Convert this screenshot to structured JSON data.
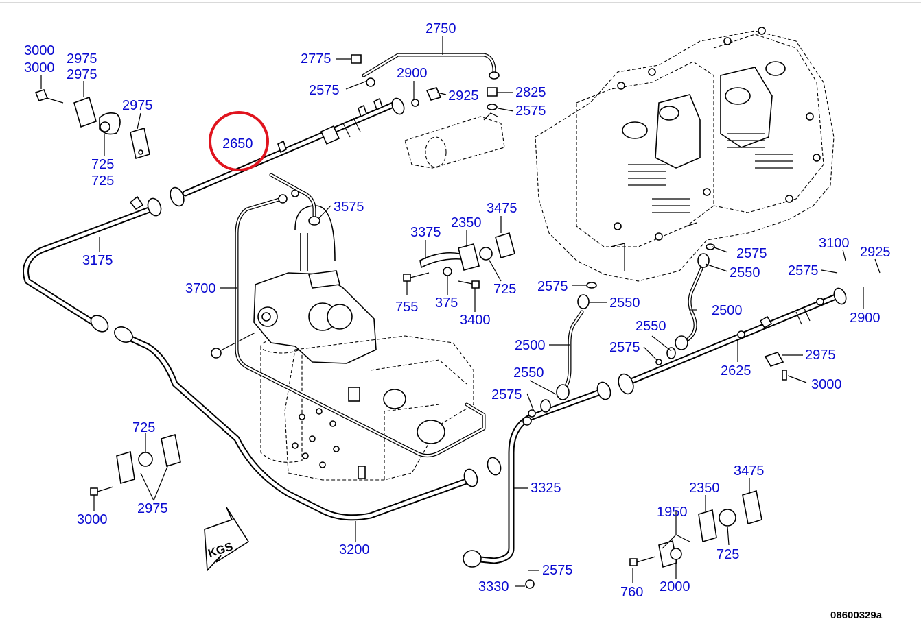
{
  "drawing_id": "08600329a",
  "arrow_label": "KGS",
  "highlight_color": "#e0141e",
  "callout_color": "#0a0ad0",
  "callouts": {
    "c3000a": "3000",
    "c3000b": "3000",
    "c2975a": "2975",
    "c2975b": "2975",
    "c2975c": "2975",
    "c725a": "725",
    "c725b": "725",
    "c2650": "2650",
    "c2750": "2750",
    "c2775": "2775",
    "c2575a": "2575",
    "c2900a": "2900",
    "c2925a": "2925",
    "c2825": "2825",
    "c2575b": "2575",
    "c3575": "3575",
    "c3175": "3175",
    "c3700": "3700",
    "c3375": "3375",
    "c2350a": "2350",
    "c3475a": "3475",
    "c755": "755",
    "c375": "375",
    "c3400": "3400",
    "c725c": "725",
    "c2575c": "2575",
    "c2550a": "2550",
    "c2575d": "2575",
    "c2550b": "2550",
    "c3100": "3100",
    "c2925b": "2925",
    "c2575e": "2575",
    "c2900b": "2900",
    "c2500a": "2500",
    "c2550c": "2550",
    "c2500b": "2500",
    "c2575f": "2575",
    "c2625": "2625",
    "c2975d": "2975",
    "c3000c": "3000",
    "c2550d": "2550",
    "c2575g": "2575",
    "c725d": "725",
    "c3000d": "3000",
    "c2975e": "2975",
    "c3325": "3325",
    "c3200": "3200",
    "c3475b": "3475",
    "c2350b": "2350",
    "c1950": "1950",
    "c725e": "725",
    "c2575h": "2575",
    "c3330": "3330",
    "c760": "760",
    "c2000": "2000"
  }
}
